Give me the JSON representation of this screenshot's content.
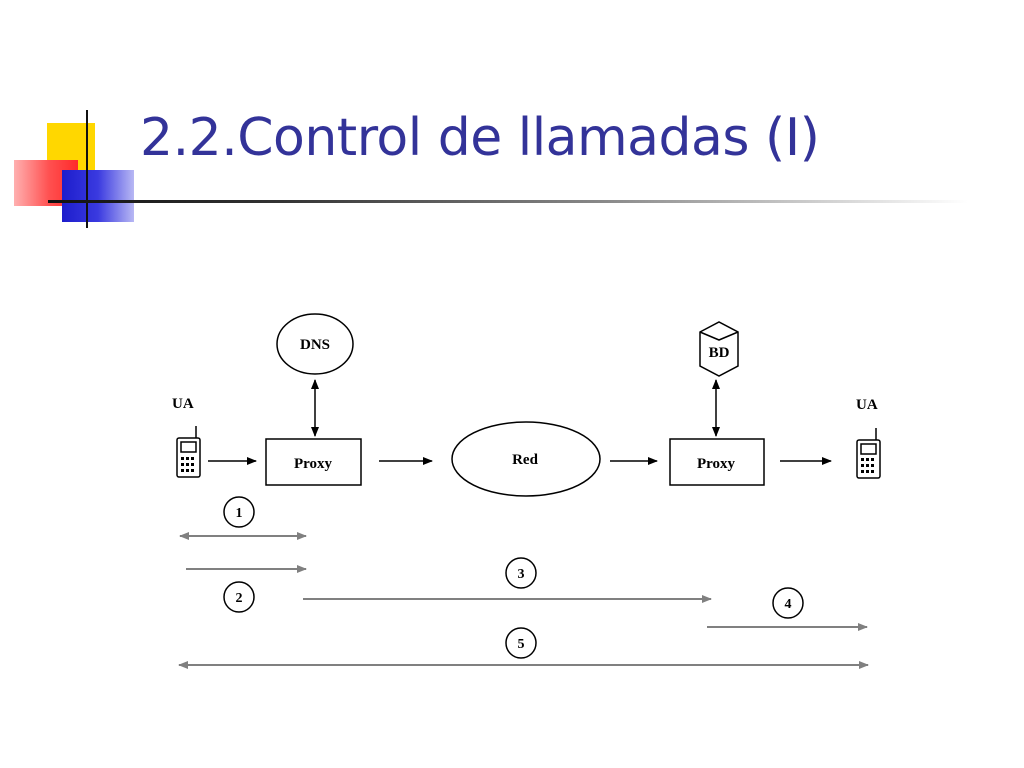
{
  "title": "2.2.Control de llamadas (I)",
  "diagram": {
    "ua_left": "UA",
    "ua_right": "UA",
    "dns": "DNS",
    "bd": "BD",
    "proxy_left": "Proxy",
    "red": "Red",
    "proxy_right": "Proxy",
    "steps": [
      "1",
      "2",
      "3",
      "4",
      "5"
    ]
  },
  "colors": {
    "title": "#333399",
    "step_arrow": "#808080"
  }
}
